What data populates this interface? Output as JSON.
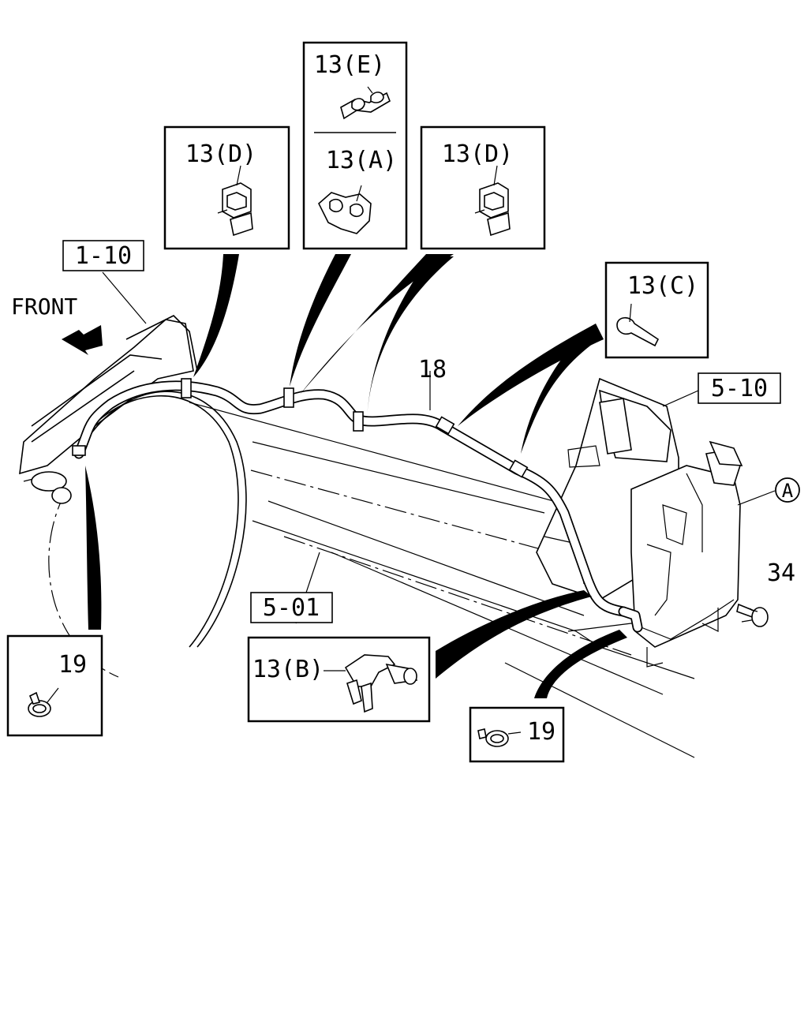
{
  "labels": {
    "front": "FRONT",
    "ref_1_10": "1-10",
    "ref_5_10": "5-10",
    "ref_5_01": "5-01",
    "part_13D_left": "13(D)",
    "part_13E": "13(E)",
    "part_13A": "13(A)",
    "part_13D_right": "13(D)",
    "part_13C": "13(C)",
    "part_13B": "13(B)",
    "part_18": "18",
    "part_19_left": "19",
    "part_19_right": "19",
    "part_34": "34",
    "view_A": "A"
  },
  "icons": [
    "front-arrow-icon",
    "clip-icon",
    "hose-clamp-icon",
    "bolt-icon",
    "reservoir-tank-icon"
  ]
}
